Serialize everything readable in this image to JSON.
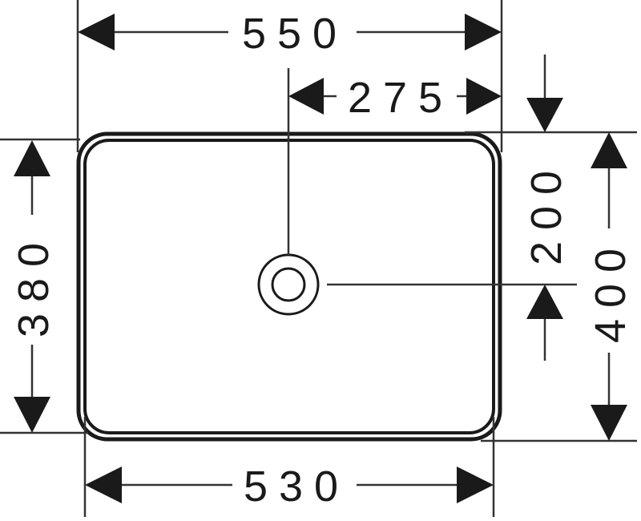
{
  "dimensions": {
    "overall_width": "550",
    "drain_offset_x": "275",
    "inner_height": "380",
    "drain_offset_y": "200",
    "overall_depth": "400",
    "inner_width": "530"
  },
  "colors": {
    "line": "#1a1a1a",
    "background": "#ffffff"
  }
}
